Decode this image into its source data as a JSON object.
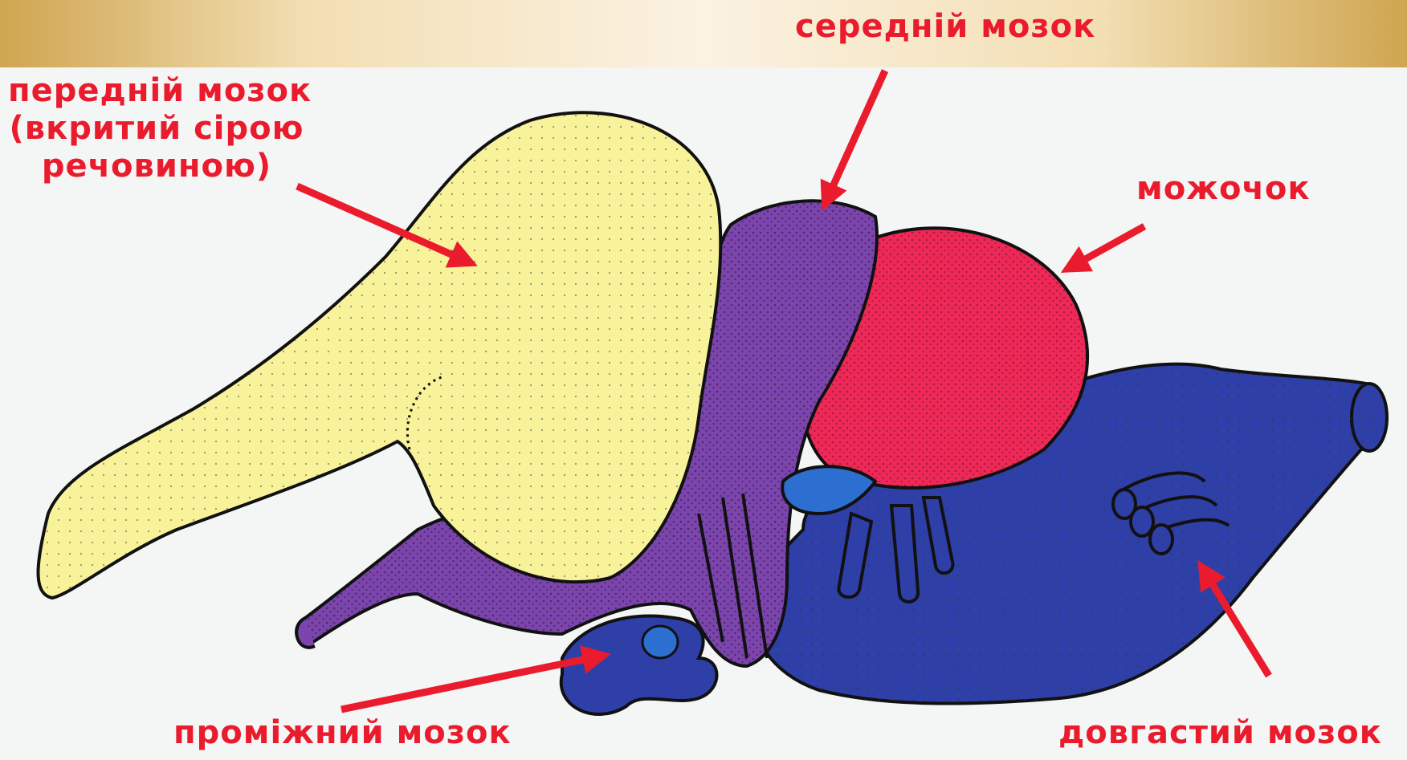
{
  "labels": {
    "midbrain": "середній мозок",
    "forebrain_line1": "передній мозок",
    "forebrain_line2": "(вкритий сірою",
    "forebrain_line3": "речовиною)",
    "cerebellum": "можочок",
    "diencephalon": "проміжний мозок",
    "medulla": "довгастий мозок"
  },
  "colors": {
    "forebrain": "#f8f29a",
    "midbrain": "#7c44ad",
    "cerebellum": "#ef2857",
    "medulla": "#2f3fa8",
    "light_blue": "#2c6fd0",
    "arrow": "#ea1b2c",
    "label_text": "#ea1b2c",
    "header_band": "#f3dfb4"
  }
}
